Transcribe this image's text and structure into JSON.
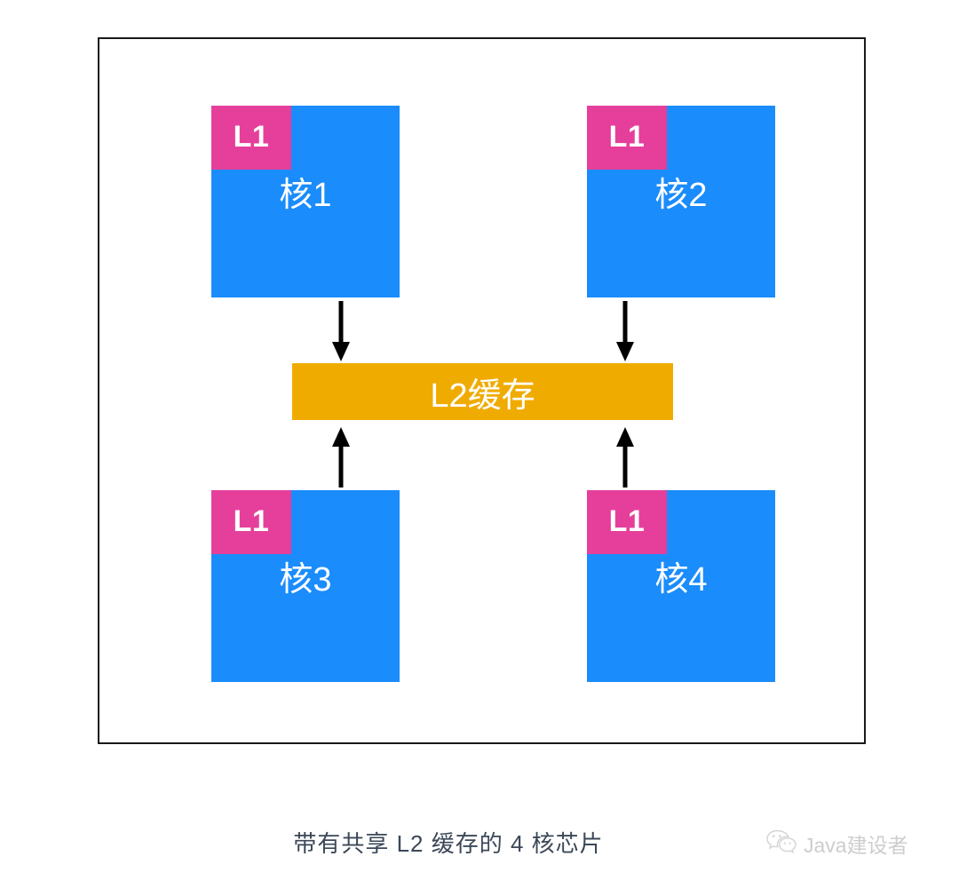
{
  "diagram": {
    "caption": "带有共享 L2 缓存的 4 核芯片",
    "colors": {
      "core": "#1a8cfb",
      "l1": "#e53f9b",
      "l2": "#f0ab00",
      "frame": "#1a1a1a",
      "arrow": "#000000",
      "caption_text": "#3c4858"
    },
    "cores": [
      {
        "id": "core-1",
        "cache_label": "L1",
        "label": "核1"
      },
      {
        "id": "core-2",
        "cache_label": "L1",
        "label": "核2"
      },
      {
        "id": "core-3",
        "cache_label": "L1",
        "label": "核3"
      },
      {
        "id": "core-4",
        "cache_label": "L1",
        "label": "核4"
      }
    ],
    "shared_cache": {
      "label": "L2缓存"
    },
    "arrows": [
      {
        "id": "core1-to-l2",
        "direction": "down"
      },
      {
        "id": "core2-to-l2",
        "direction": "down"
      },
      {
        "id": "core3-to-l2",
        "direction": "up"
      },
      {
        "id": "core4-to-l2",
        "direction": "up"
      }
    ]
  },
  "watermark": {
    "icon": "wechat-icon",
    "text": "Java建设者"
  }
}
